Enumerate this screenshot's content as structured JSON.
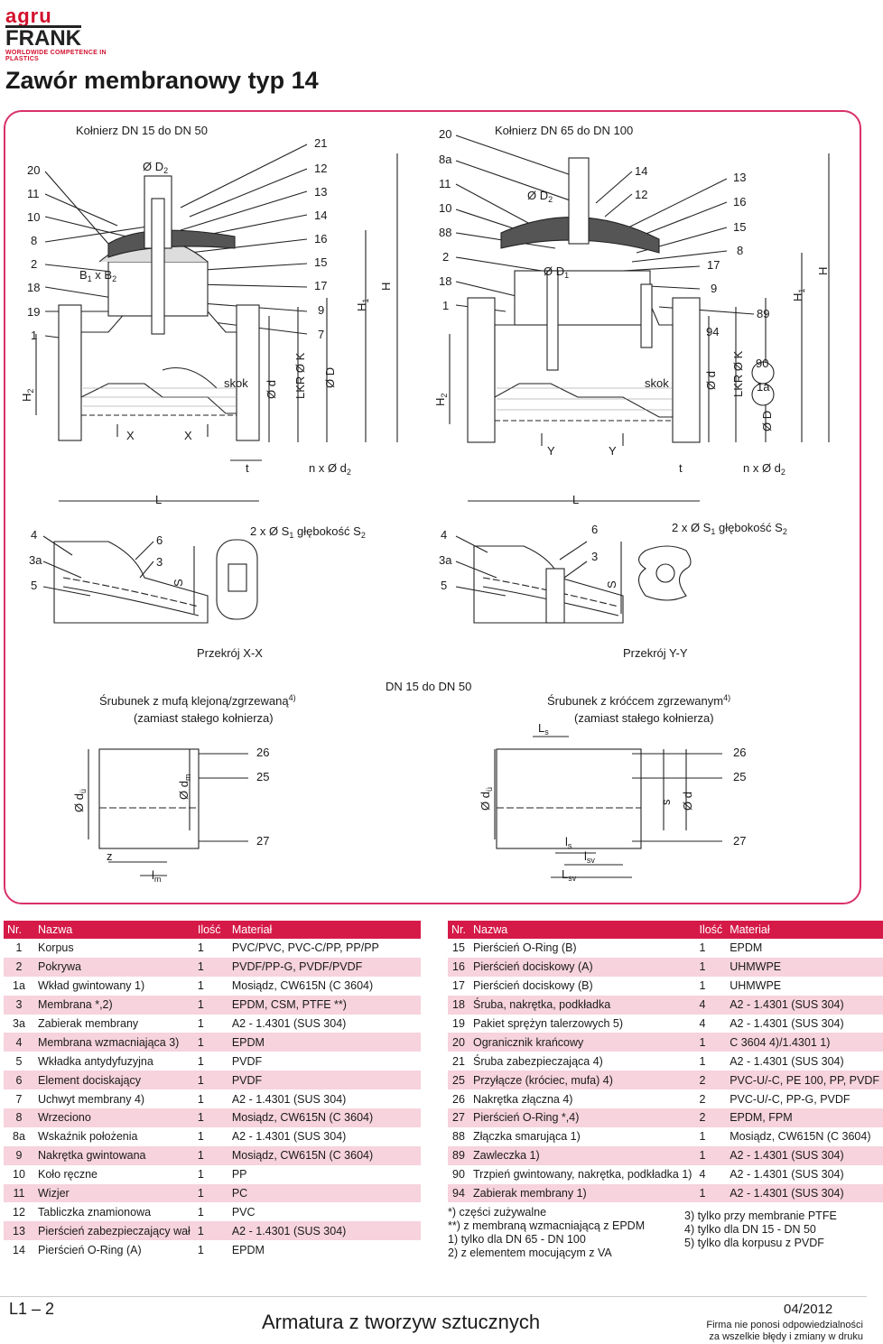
{
  "logo": {
    "line1": "agru",
    "line2": "FRANK",
    "tagline": "WORLDWIDE COMPETENCE IN PLASTICS"
  },
  "title": "Zawór membranowy typ 14",
  "diagram": {
    "left_heading": "Kołnierz DN 15 do DN 50",
    "right_heading": "Kołnierz DN 65 do DN 100",
    "left_numbers": [
      "20",
      "11",
      "10",
      "8",
      "2",
      "18",
      "19",
      "1"
    ],
    "left_mid_numbers": [
      "21",
      "12",
      "13",
      "14",
      "16",
      "15",
      "17",
      "9",
      "7"
    ],
    "left_misc": {
      "d2": "Ø D",
      "b1b2": "B",
      "x": "X",
      "skok": "skok",
      "od": "Ø d",
      "lkr": "LKR Ø K",
      "oD": "Ø D",
      "h1": "H",
      "h": "H",
      "h2": "H",
      "t": "t",
      "nxd2": "n x Ø d",
      "L": "L"
    },
    "right_left_numbers": [
      "20",
      "8a",
      "11",
      "10",
      "88",
      "2",
      "18",
      "1"
    ],
    "right_mid_numbers": [
      "14",
      "12",
      "13",
      "16",
      "15",
      "8",
      "17",
      "9",
      "89",
      "94",
      "90",
      "1a"
    ],
    "right_misc": {
      "d2": "Ø D",
      "d1": "Ø D",
      "y": "Y",
      "skok": "skok",
      "od": "Ø d",
      "lkr": "LKR Ø K",
      "oD": "Ø D",
      "h1": "H",
      "h": "H",
      "h2": "H",
      "t": "t",
      "nxd2": "n x Ø d",
      "L": "L"
    },
    "section_left_nums": [
      "4",
      "3a",
      "5",
      "6",
      "3"
    ],
    "section_right_nums": [
      "4",
      "3a",
      "5",
      "6",
      "3"
    ],
    "s_label": "S",
    "hole_left": "2 x Ø S",
    "hole_depth": "głębokość S",
    "section_x": "Przekrój X-X",
    "section_y": "Przekrój Y-Y",
    "dn_range": "DN 15 do DN 50",
    "union_left_title": "Śrubunek z mufą klejoną/zgrzewaną",
    "union_left_sub": "(zamiast stałego kołnierza)",
    "union_right_title": "Śrubunek z króćcem zgrzewanym",
    "union_right_sub": "(zamiast stałego kołnierza)",
    "union_nums": [
      "26",
      "25",
      "27"
    ],
    "union_labels": {
      "du": "Ø d",
      "dm": "Ø d",
      "z": "z",
      "lm": "l",
      "ls_top": "L",
      "ls": "l",
      "lsv": "l",
      "Lsv": "L",
      "s": "s",
      "od": "Ø d"
    }
  },
  "table_left": {
    "headers": [
      "Nr.",
      "Nazwa",
      "Ilość",
      "Materiał"
    ],
    "rows": [
      [
        "1",
        "Korpus",
        "1",
        "PVC/PVC, PVC-C/PP, PP/PP"
      ],
      [
        "2",
        "Pokrywa",
        "1",
        "PVDF/PP-G, PVDF/PVDF"
      ],
      [
        "1a",
        "Wkład gwintowany 1)",
        "1",
        "Mosiądz, CW615N (C 3604)"
      ],
      [
        "3",
        "Membrana *,2)",
        "1",
        "EPDM, CSM, PTFE **)"
      ],
      [
        "3a",
        "Zabierak membrany",
        "1",
        "A2 - 1.4301 (SUS 304)"
      ],
      [
        "4",
        "Membrana wzmacniająca 3)",
        "1",
        "EPDM"
      ],
      [
        "5",
        "Wkładka antydyfuzyjna",
        "1",
        "PVDF"
      ],
      [
        "6",
        "Element dociskający",
        "1",
        "PVDF"
      ],
      [
        "7",
        "Uchwyt membrany 4)",
        "1",
        "A2 - 1.4301 (SUS 304)"
      ],
      [
        "8",
        "Wrzeciono",
        "1",
        "Mosiądz, CW615N (C 3604)"
      ],
      [
        "8a",
        "Wskaźnik położenia",
        "1",
        "A2 - 1.4301 (SUS 304)"
      ],
      [
        "9",
        "Nakrętka gwintowana",
        "1",
        "Mosiądz, CW615N (C 3604)"
      ],
      [
        "10",
        "Koło ręczne",
        "1",
        "PP"
      ],
      [
        "11",
        "Wizjer",
        "1",
        "PC"
      ],
      [
        "12",
        "Tabliczka znamionowa",
        "1",
        "PVC"
      ],
      [
        "13",
        "Pierścień zabezpieczający wał",
        "1",
        "A2 - 1.4301 (SUS 304)"
      ],
      [
        "14",
        "Pierścień O-Ring (A)",
        "1",
        "EPDM"
      ]
    ]
  },
  "table_right": {
    "headers": [
      "Nr.",
      "Nazwa",
      "Ilość",
      "Materiał"
    ],
    "rows": [
      [
        "15",
        "Pierścień O-Ring (B)",
        "1",
        "EPDM"
      ],
      [
        "16",
        "Pierścień dociskowy (A)",
        "1",
        "UHMWPE"
      ],
      [
        "17",
        "Pierścień dociskowy (B)",
        "1",
        "UHMWPE"
      ],
      [
        "18",
        "Śruba, nakrętka, podkładka",
        "4",
        "A2 - 1.4301 (SUS 304)"
      ],
      [
        "19",
        "Pakiet sprężyn talerzowych 5)",
        "4",
        "A2 - 1.4301 (SUS 304)"
      ],
      [
        "20",
        "Ogranicznik krańcowy",
        "1",
        "C 3604 4)/1.4301 1)"
      ],
      [
        "21",
        "Śruba zabezpieczająca 4)",
        "1",
        "A2 - 1.4301 (SUS 304)"
      ],
      [
        "25",
        "Przyłącze (króciec, mufa) 4)",
        "2",
        "PVC-U/-C, PE 100, PP, PVDF"
      ],
      [
        "26",
        "Nakrętka złączna 4)",
        "2",
        "PVC-U/-C, PP-G, PVDF"
      ],
      [
        "27",
        "Pierścień O-Ring *,4)",
        "2",
        "EPDM, FPM"
      ],
      [
        "88",
        "Złączka smarująca 1)",
        "1",
        "Mosiądz, CW615N (C 3604)"
      ],
      [
        "89",
        "Zawleczka 1)",
        "1",
        "A2 - 1.4301 (SUS 304)"
      ],
      [
        "90",
        "Trzpień gwintowany, nakrętka, podkładka 1)",
        "4",
        "A2 - 1.4301 (SUS 304)"
      ],
      [
        "94",
        "Zabierak membrany 1)",
        "1",
        "A2 - 1.4301 (SUS 304)"
      ]
    ]
  },
  "notes_left": [
    "*) części zużywalne",
    "**) z membraną wzmacniającą z EPDM",
    "1) tylko dla DN 65 - DN 100",
    "2) z elementem mocującym z VA"
  ],
  "notes_right": [
    "3) tylko przy membranie PTFE",
    "4) tylko dla DN 15 - DN 50",
    "5) tylko dla korpusu z PVDF"
  ],
  "footer": {
    "page": "L1 – 2",
    "title": "Armatura z tworzyw sztucznych",
    "date": "04/2012",
    "disclaimer1": "Firma nie ponosi odpowiedzialności",
    "disclaimer2": "za wszelkie błędy i zmiany w druku"
  },
  "colors": {
    "accent": "#d51a48",
    "pink_row": "#f6d3dd"
  }
}
